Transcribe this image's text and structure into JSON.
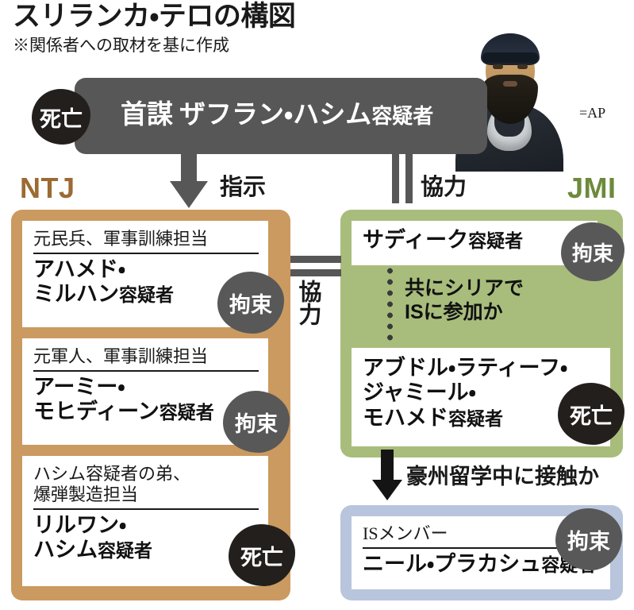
{
  "header": {
    "title": "スリランカ・テロの構図",
    "subtitle": "※関係者への取材を基に作成"
  },
  "photo": {
    "alt": "ザフラン・ハシム容疑者の顔写真",
    "credit": "=AP"
  },
  "colors": {
    "ntj_panel": "#cb9a60",
    "ntj_label": "#9a6b34",
    "jmi_panel": "#a8bd7c",
    "jmi_label": "#6d8a3c",
    "is_panel": "#b8c5dc",
    "banner": "#575757",
    "badge_dead": "#231f1c",
    "badge_detained": "#585858"
  },
  "top_banner": {
    "status_badge": "死亡",
    "role": "首謀",
    "name": "ザフラン・ハシム",
    "suffix": "容疑者"
  },
  "connectors": {
    "instruction_label": "指示",
    "cooperation_top_label": "協力",
    "cooperation_mid_label": "協力",
    "syria_note": "共にシリアで\nISに参加か",
    "syria_note_line1": "共にシリアで",
    "syria_note_line2": "ISに参加か",
    "australia_label": "豪州留学中に接触か"
  },
  "groups": [
    {
      "id": "ntj",
      "label": "NTJ",
      "members": [
        {
          "role": "元民兵、軍事訓練担当",
          "name_line1": "アハメド・",
          "name_line2": "ミルハン",
          "suffix": "容疑者",
          "status": "拘束",
          "status_type": "detained"
        },
        {
          "role": "元軍人、軍事訓練担当",
          "name_line1": "アーミー・",
          "name_line2": "モヒディーン",
          "suffix": "容疑者",
          "status": "拘束",
          "status_type": "detained"
        },
        {
          "role_line1": "ハシム容疑者の弟、",
          "role_line2": "爆弾製造担当",
          "name_line1": "リルワン・",
          "name_line2": "ハシム",
          "suffix": "容疑者",
          "status": "死亡",
          "status_type": "dead"
        }
      ]
    },
    {
      "id": "jmi",
      "label": "JMI",
      "members": [
        {
          "name_line1": "サディーク",
          "suffix": "容疑者",
          "status": "拘束",
          "status_type": "detained"
        },
        {
          "name_line1": "アブドル・ラティーフ・",
          "name_line2": "ジャミール・",
          "name_line3": "モハメド",
          "suffix": "容疑者",
          "status": "死亡",
          "status_type": "dead"
        }
      ]
    },
    {
      "id": "is",
      "label": "",
      "members": [
        {
          "role": "ISメンバー",
          "name_line1": "ニール・プラカシュ",
          "suffix": "容疑者",
          "status": "拘束",
          "status_type": "detained"
        }
      ]
    }
  ]
}
